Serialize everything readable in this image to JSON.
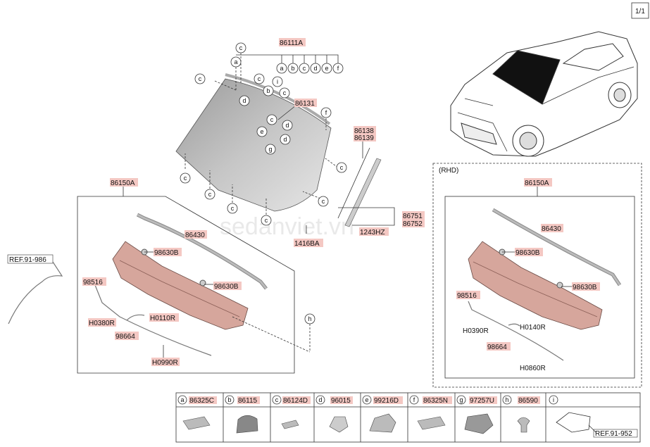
{
  "page_indicator": "1/1",
  "watermark": "sedanviet.vn",
  "callouts": {
    "windshield_assy": "86111A",
    "windshield_glass": "86131",
    "moulding_upper": "86138",
    "moulding_lower": "86139",
    "side_moulding_a": "86751",
    "side_moulding_b": "86752",
    "screw": "1243HZ",
    "clip": "1416BA",
    "cowl_assy_lhd": "86150A",
    "cowl_seal_lhd": "86430",
    "grommet_1_lhd": "98630B",
    "grommet_2_lhd": "98630B",
    "nozzle_lhd": "98516",
    "hose_a_lhd": "H0380R",
    "hose_b_lhd": "H0110R",
    "hose_assy_lhd": "98664",
    "hose_c_lhd": "H0990R",
    "ref_washer": "REF.91-986",
    "rhd_label": "(RHD)",
    "cowl_assy_rhd": "86150A",
    "cowl_seal_rhd": "86430",
    "grommet_1_rhd": "98630B",
    "grommet_2_rhd": "98630B",
    "nozzle_rhd": "98516",
    "hose_a_rhd": "H0390R",
    "hose_b_rhd": "H0140R",
    "hose_assy_rhd": "98664",
    "hose_c_rhd": "H0860R"
  },
  "assy_letters": [
    "a",
    "b",
    "c",
    "d",
    "e",
    "f"
  ],
  "legend": [
    {
      "letter": "a",
      "part": "86325C"
    },
    {
      "letter": "b",
      "part": "86115"
    },
    {
      "letter": "c",
      "part": "86124D"
    },
    {
      "letter": "d",
      "part": "96015"
    },
    {
      "letter": "e",
      "part": "99216D"
    },
    {
      "letter": "f",
      "part": "86325N"
    },
    {
      "letter": "g",
      "part": "97257U"
    },
    {
      "letter": "h",
      "part": "86590"
    },
    {
      "letter": "i",
      "part": "",
      "ref": "REF.91-952"
    }
  ]
}
